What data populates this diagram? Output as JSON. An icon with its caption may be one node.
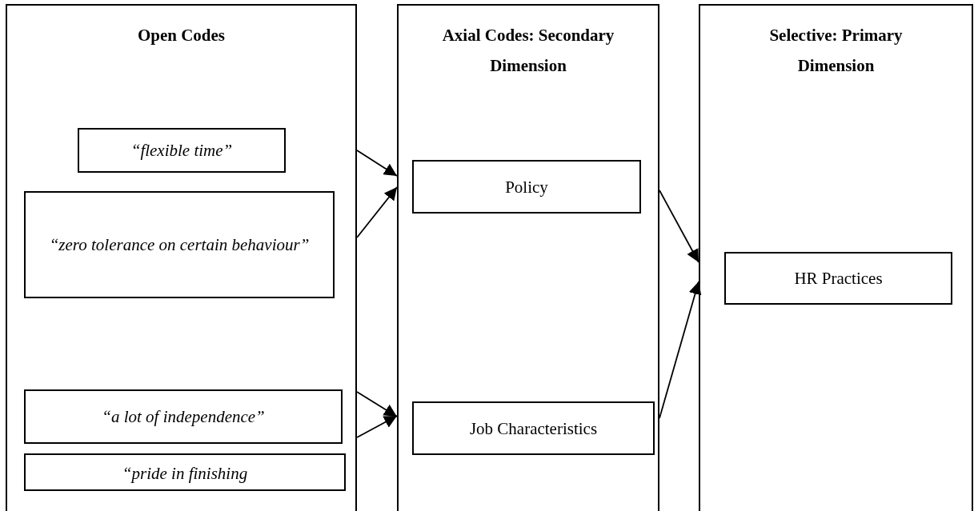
{
  "diagram": {
    "nodes": [
      {
        "text": [
          "Open Codes"
        ]
      },
      {
        "text": [
          "“flexible time”"
        ],
        "in": 0
      },
      {
        "text": [
          "“zero tolerance on certain behaviour”"
        ],
        "in": 0
      },
      {
        "text": [
          "“a lot of independence”"
        ],
        "in": 0
      },
      {
        "text": [
          "“pride in finishing"
        ],
        "in": 0
      },
      {
        "text": [
          "Axial Codes: Secondary Dimension"
        ]
      },
      {
        "text": [
          "Policy"
        ],
        "in": 5
      },
      {
        "text": [
          "Job Characteristics"
        ],
        "in": 5
      },
      {
        "text": [
          "Selective: Primary Dimension"
        ]
      },
      {
        "text": [
          "HR Practices"
        ],
        "in": 8
      }
    ],
    "edges": [
      {
        "from": 0,
        "to": 5,
        "arrow": "to"
      },
      {
        "from": 0,
        "to": 5,
        "arrow": "to"
      },
      {
        "from": 0,
        "to": 5,
        "arrow": "to"
      },
      {
        "from": 0,
        "to": 5,
        "arrow": "to"
      },
      {
        "from": 5,
        "to": 8,
        "arrow": "to"
      },
      {
        "from": 5,
        "to": 8,
        "arrow": "to"
      }
    ]
  }
}
